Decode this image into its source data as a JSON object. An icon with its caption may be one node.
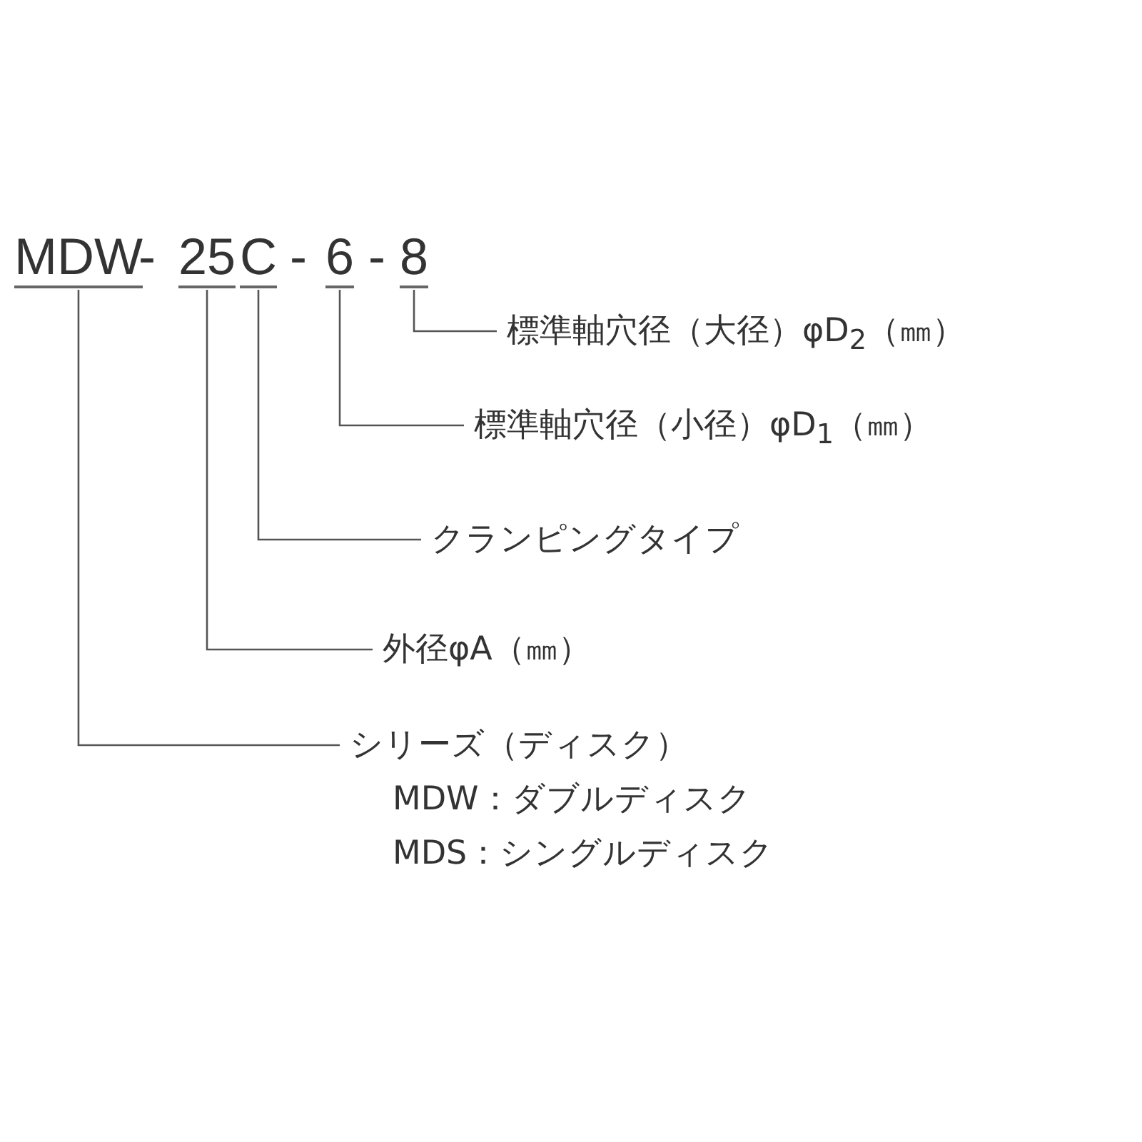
{
  "diagram": {
    "nodes": [
      {
        "text": [
          "MDW"
        ]
      },
      {
        "text": [
          "25"
        ]
      },
      {
        "text": [
          "C"
        ]
      },
      {
        "text": [
          "6"
        ]
      },
      {
        "text": [
          "8"
        ]
      },
      {
        "text": [
          "標準軸穴径（大径）φD$_{2}$（㎜）"
        ]
      },
      {
        "text": [
          "標準軸穴径（小径）φD$_{1}$（㎜）"
        ]
      },
      {
        "text": [
          "クランピングタイプ"
        ]
      },
      {
        "text": [
          "外径φA（㎜）"
        ]
      },
      {
        "text": [
          "シリーズ（ディスク）",
          "MDW：ダブルディスク",
          "MDS：シングルディスク"
        ]
      }
    ],
    "edges": [
      {
        "from": 4,
        "to": 5,
        "arrow": "none"
      },
      {
        "from": 3,
        "to": 6,
        "arrow": "none"
      },
      {
        "from": 2,
        "to": 7,
        "arrow": "none"
      },
      {
        "from": 1,
        "to": 8,
        "arrow": "none"
      },
      {
        "from": 0,
        "to": 9,
        "arrow": "none"
      }
    ],
    "labels": [
      "-",
      "-",
      "-"
    ]
  }
}
